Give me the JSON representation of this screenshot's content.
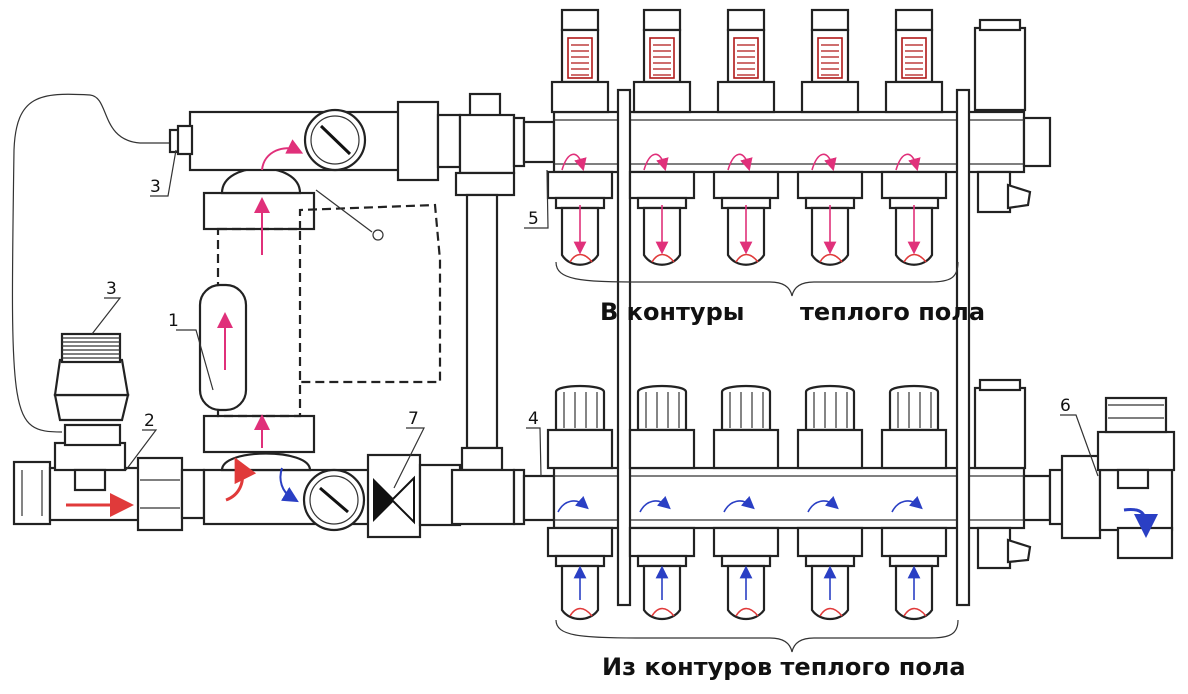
{
  "captions": {
    "to_circuits_a": "В контуры",
    "to_circuits_b": "теплого пола",
    "from_circuits": "Из контуров теплого пола"
  },
  "callouts": [
    {
      "id": "pump",
      "label": "1"
    },
    {
      "id": "thermo-valve",
      "label": "2"
    },
    {
      "id": "thermo-head",
      "label": "3"
    },
    {
      "id": "sensor",
      "label": "3"
    },
    {
      "id": "return-connection",
      "label": "4"
    },
    {
      "id": "supply-connection",
      "label": "5"
    },
    {
      "id": "bypass-valve",
      "label": "6"
    },
    {
      "id": "check-valve",
      "label": "7"
    }
  ],
  "colors": {
    "hot_flow": "#e0307a",
    "cold_flow": "#2a3fc4",
    "red_arrow": "#e03a3a",
    "flowmeter_scale": "#b01818",
    "line": "#222222"
  },
  "icons": {
    "supply_loop": "flowmeter-icon",
    "return_loop": "thermal-actuator-icon",
    "gauge": "pressure-gauge-icon",
    "air_vent": "air-vent-icon",
    "drain": "drain-valve-icon"
  }
}
